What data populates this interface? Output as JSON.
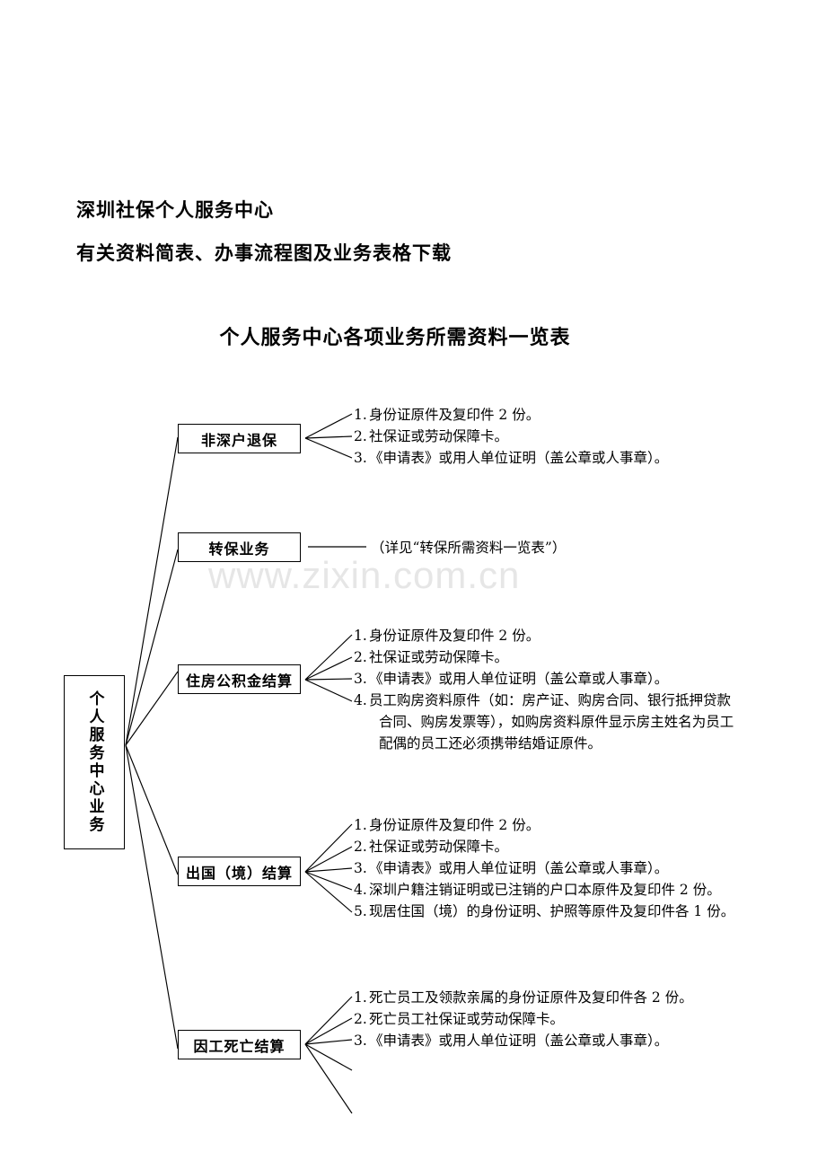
{
  "document": {
    "heading_line1": "深圳社保个人服务中心",
    "heading_line2": "有关资料简表、办事流程图及业务表格下载",
    "title": "个人服务中心各项业务所需资料一览表",
    "watermark": "www.zixin.com.cn"
  },
  "diagram": {
    "root_label": "个人服务中心业务",
    "branches": [
      {
        "label": "非深户退保",
        "items": [
          {
            "num": "1.",
            "text": "身份证原件及复印件 2 份。"
          },
          {
            "num": "2.",
            "text": "社保证或劳动保障卡。"
          },
          {
            "num": "3.",
            "text": "《申请表》或用人单位证明（盖公章或人事章）。"
          }
        ],
        "continuations": []
      },
      {
        "label": "转保业务",
        "note": "（详见“转保所需资料一览表”）",
        "items": [],
        "continuations": []
      },
      {
        "label": "住房公积金结算",
        "items": [
          {
            "num": "1.",
            "text": "身份证原件及复印件 2 份。"
          },
          {
            "num": "2.",
            "text": "社保证或劳动保障卡。"
          },
          {
            "num": "3.",
            "text": "《申请表》或用人单位证明（盖公章或人事章）。"
          },
          {
            "num": "4.",
            "text": "员工购房资料原件（如：房产证、购房合同、银行抵押贷款"
          }
        ],
        "continuations": [
          "合同、购房发票等），如购房资料原件显示房主姓名为员工",
          "配偶的员工还必须携带结婚证原件。"
        ]
      },
      {
        "label": "出国（境）结算",
        "items": [
          {
            "num": "1.",
            "text": "身份证原件及复印件 2 份。"
          },
          {
            "num": "2.",
            "text": "社保证或劳动保障卡。"
          },
          {
            "num": "3.",
            "text": "《申请表》或用人单位证明（盖公章或人事章）。"
          },
          {
            "num": "4.",
            "text": "深圳户籍注销证明或已注销的户口本原件及复印件 2 份。"
          },
          {
            "num": "5.",
            "text": "现居住国（境）的身份证明、护照等原件及复印件各 1 份。"
          }
        ],
        "continuations": []
      },
      {
        "label": "因工死亡结算",
        "items": [
          {
            "num": "1.",
            "text": "死亡员工及领款亲属的身份证原件及复印件各 2 份。"
          },
          {
            "num": "2.",
            "text": "死亡员工社保证或劳动保障卡。"
          },
          {
            "num": "3.",
            "text": "《申请表》或用人单位证明（盖公章或人事章）。"
          }
        ],
        "continuations": []
      }
    ]
  }
}
